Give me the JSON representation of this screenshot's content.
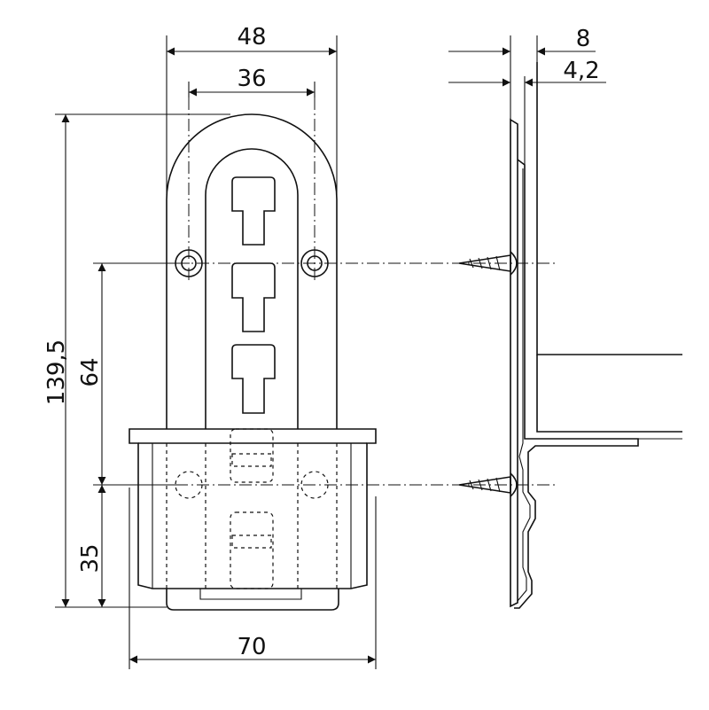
{
  "colors": {
    "line": "#111111",
    "background": "#ffffff"
  },
  "dimensions": {
    "top_width": "48",
    "hole_spacing": "36",
    "wall_offset": "8",
    "plate_thickness": "4,2",
    "total_height": "139,5",
    "hole_pitch": "64",
    "lower_height": "35",
    "bottom_width": "70"
  }
}
